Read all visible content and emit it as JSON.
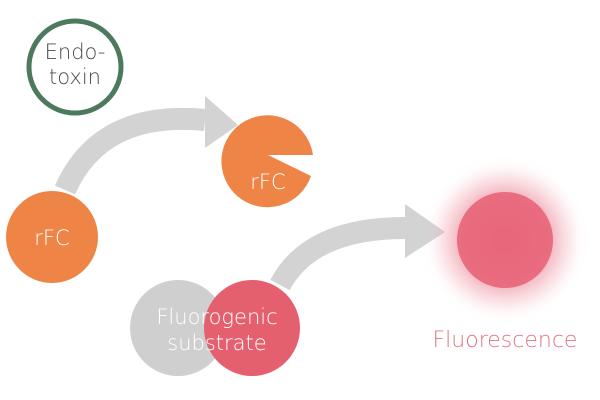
{
  "diagram": {
    "endotoxin_label_line1": "Endo-",
    "endotoxin_label_line2": "toxin",
    "rfc_label": "rFC",
    "rfc_active_label": "rFC",
    "substrate_label_line1": "Fluorogenic",
    "substrate_label_line2": "substrate",
    "fluorescence_label": "Fluorescence"
  },
  "colors": {
    "endotoxin_ring": "#4d7a5d",
    "rfc_orange": "#ef8447",
    "arrow_gray": "#d3d3d3",
    "substrate_gray": "#cfcfcf",
    "substrate_pink": "#e4606f",
    "fluorescence_core": "#e86478",
    "fluorescence_text": "#e0747f"
  },
  "icons": {
    "arrow_1": "curved-arrow-icon",
    "arrow_2": "curved-arrow-icon"
  }
}
